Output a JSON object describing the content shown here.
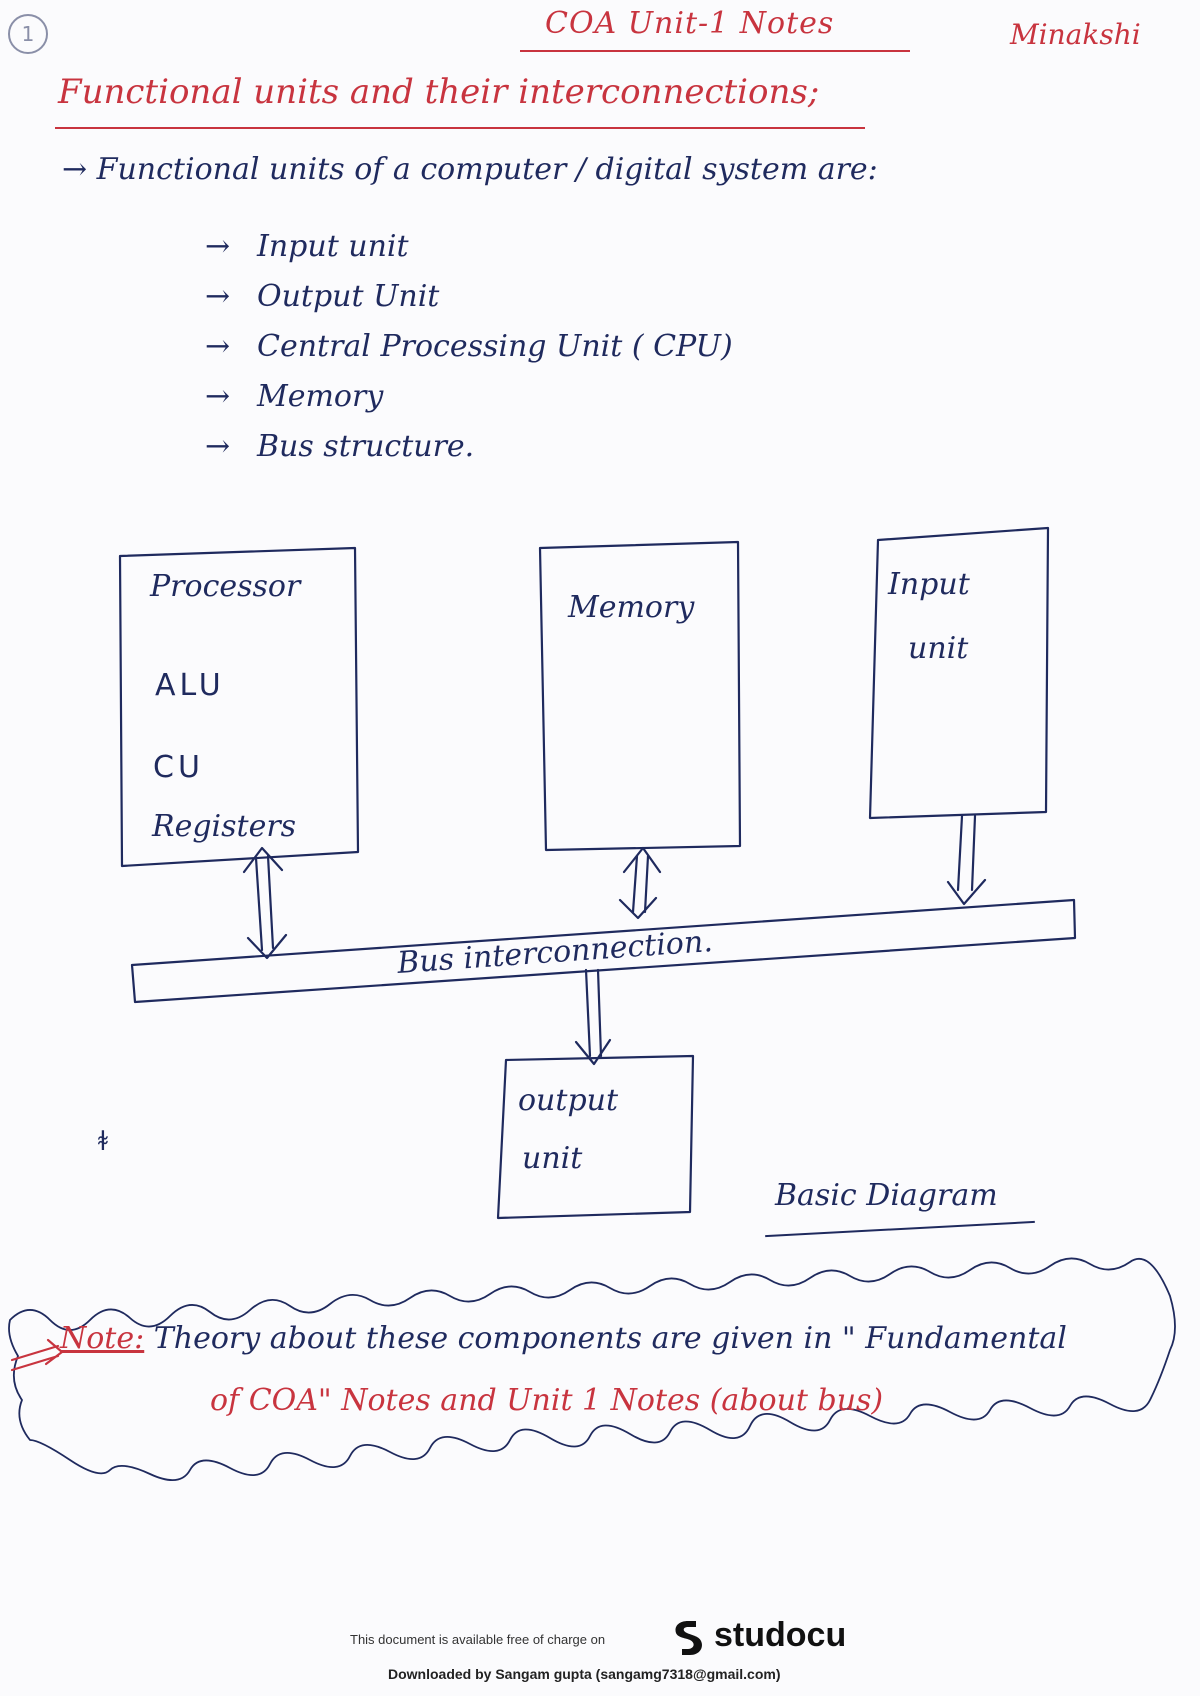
{
  "page": {
    "number": "1",
    "header_title": "COA Unit-1 Notes",
    "author": "Minakshi"
  },
  "section": {
    "title": "Functional units and their interconnections;",
    "intro": "→ Functional units of a computer / digital system are:",
    "items": [
      "Input unit",
      "Output Unit",
      "Central Processing Unit ( CPU)",
      "Memory",
      "Bus structure."
    ]
  },
  "diagram": {
    "processor": {
      "title": "Processor",
      "lines": [
        "ALU",
        "CU",
        "Registers"
      ]
    },
    "memory": {
      "title": "Memory"
    },
    "input_unit": {
      "line1": "Input",
      "line2": "unit"
    },
    "bus": {
      "label": "Bus interconnection."
    },
    "output_unit": {
      "line1": "output",
      "line2": "unit"
    },
    "caption": "Basic Diagram",
    "side_mark": "ꬸ"
  },
  "note": {
    "label": "Note:",
    "line1": "Theory about these components are given in \" Fundamental",
    "line2": "of COA\" Notes and Unit 1 Notes (about bus)"
  },
  "footer": {
    "available_text": "This document is available free of charge on",
    "brand": "studocu",
    "downloaded_text": "Downloaded by Sangam gupta (sangamg7318@gmail.com)"
  },
  "colors": {
    "ink_blue": "#1f2a5e",
    "ink_red": "#c8343f",
    "paper": "#fbfbfd"
  }
}
